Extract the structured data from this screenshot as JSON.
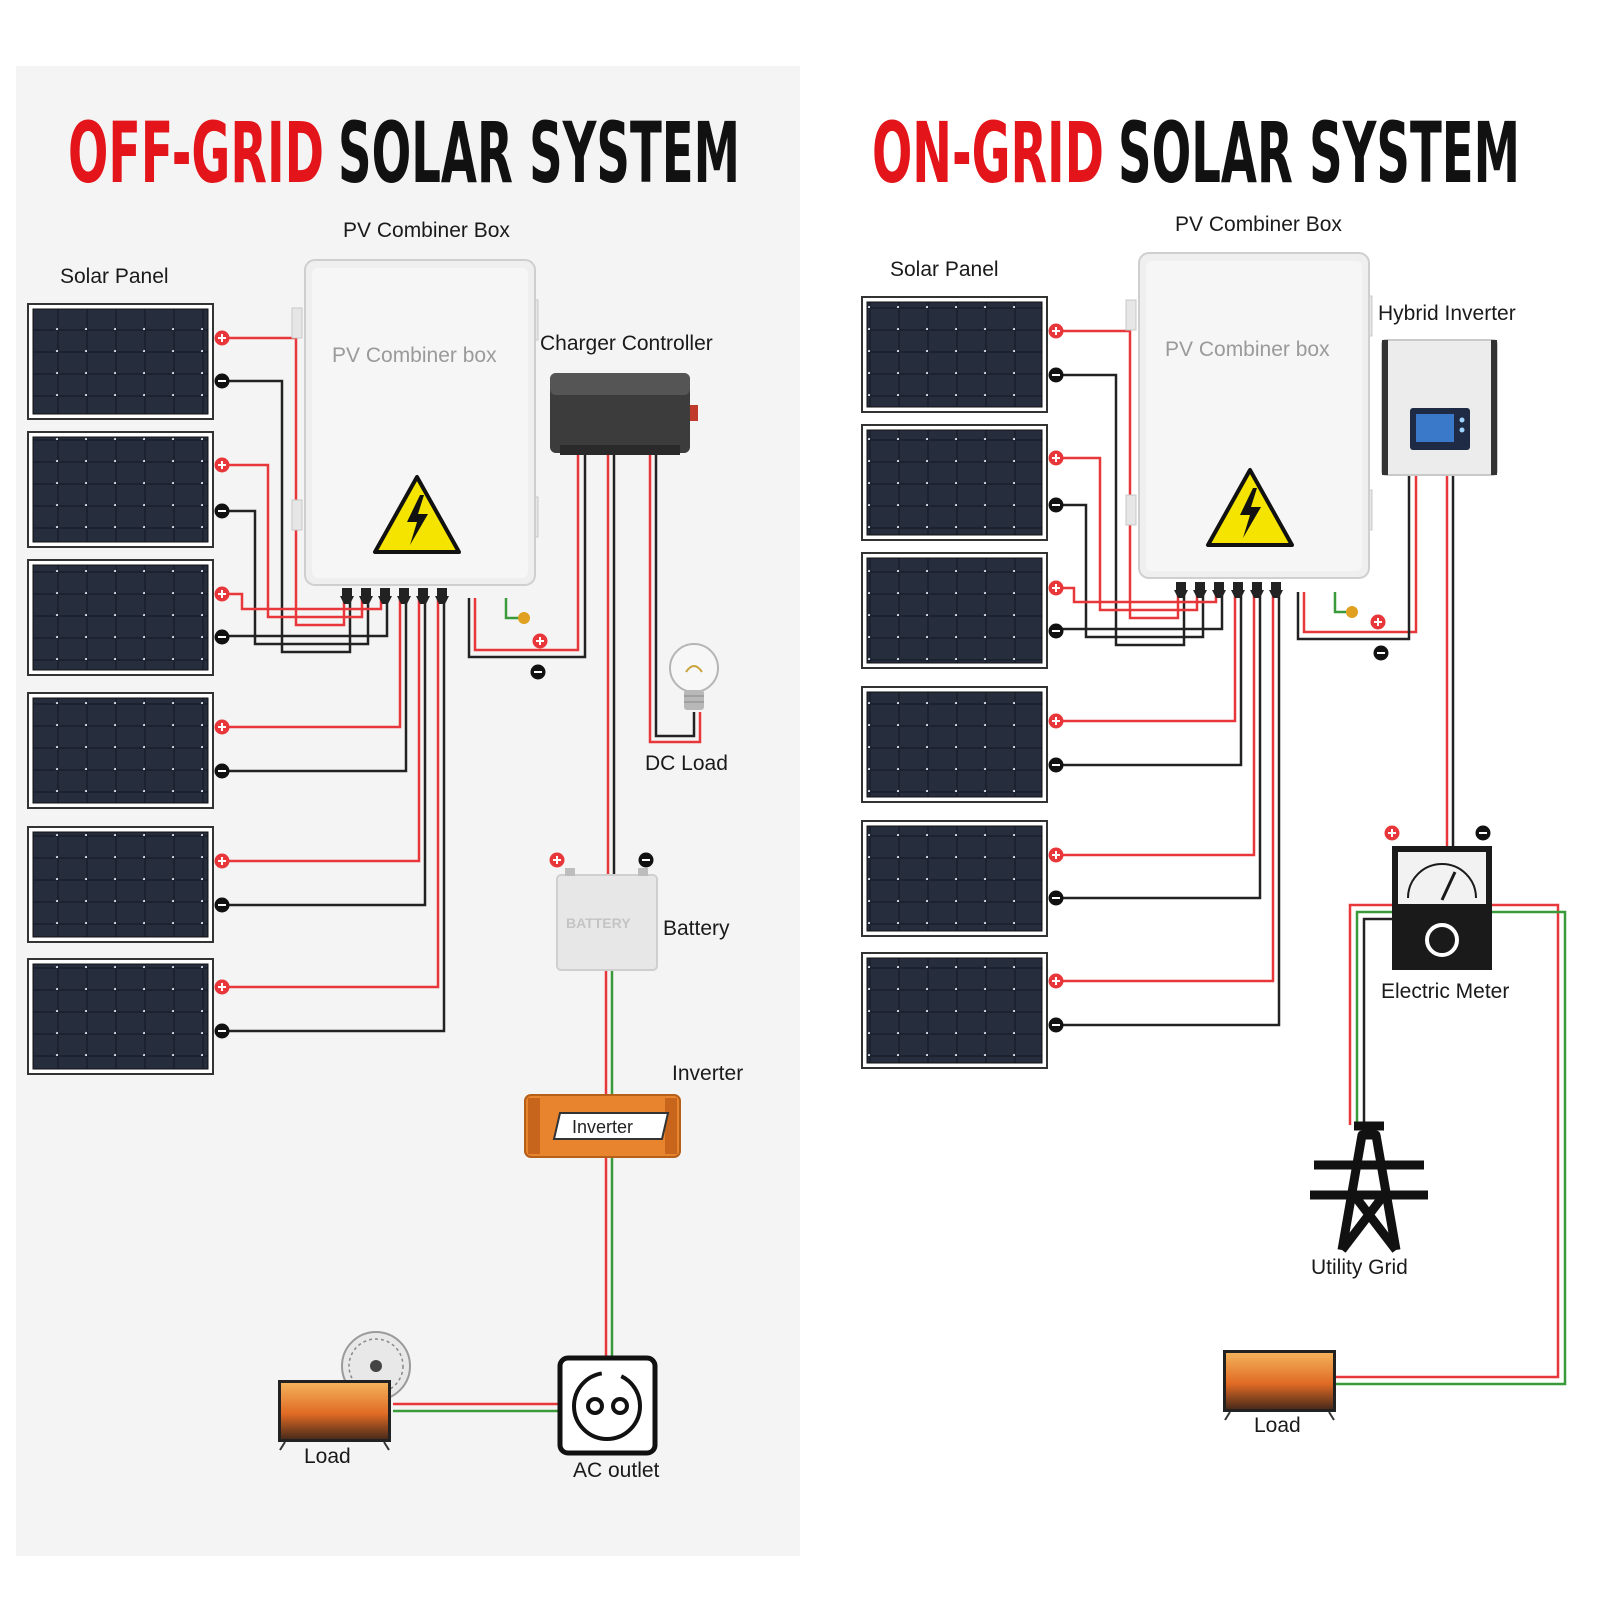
{
  "left": {
    "title_red": "OFF-GRID",
    "title_black": "SOLAR SYSTEM",
    "labels": {
      "solar_panel": "Solar Panel",
      "combiner_title": "PV Combiner Box",
      "combiner_face": "PV Combiner box",
      "charger": "Charger Controller",
      "dc_load": "DC Load",
      "battery": "Battery",
      "battery_face": "BATTERY",
      "inverter": "Inverter",
      "inverter_face": "Inverter",
      "load": "Load",
      "ac_outlet": "AC outlet"
    }
  },
  "right": {
    "title_red": "ON-GRID",
    "title_black": "SOLAR SYSTEM",
    "labels": {
      "solar_panel": "Solar Panel",
      "combiner_title": "PV Combiner Box",
      "combiner_face": "PV Combiner box",
      "hybrid_inverter": "Hybrid Inverter",
      "electric_meter": "Electric Meter",
      "utility_grid": "Utility Grid",
      "load": "Load"
    }
  },
  "colors": {
    "title_red": "#e3151a",
    "wire_red": "#e8373a",
    "wire_black": "#222222",
    "wire_green": "#3a9a3a",
    "panel_left_bg": "#f4f4f4",
    "inverter_orange": "#e8832e",
    "warning_yellow": "#f5e400"
  },
  "icons": [
    "solar-panel-icon",
    "combiner-box-icon",
    "warning-icon",
    "charger-icon",
    "bulb-icon",
    "battery-icon",
    "inverter-icon",
    "tv-icon",
    "fan-icon",
    "outlet-icon",
    "hybrid-inverter-icon",
    "meter-icon",
    "utility-tower-icon"
  ]
}
